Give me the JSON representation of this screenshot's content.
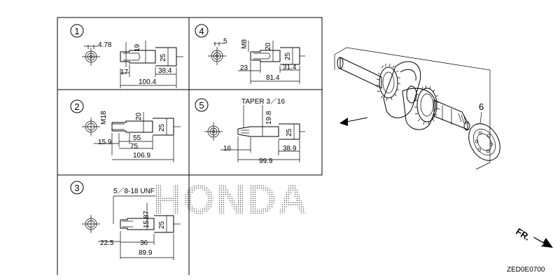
{
  "panels": [
    {
      "id": "1",
      "dims": {
        "bore": "4.78",
        "height": "19",
        "dia": "25",
        "d1": "17",
        "d2": "38.4",
        "d3": "100.4"
      }
    },
    {
      "id": "2",
      "dims": {
        "thread": "M18",
        "height": "20",
        "dia": "25",
        "d1": "15.9",
        "d2": "55",
        "d3": "75",
        "d4": "106.9"
      }
    },
    {
      "id": "3",
      "dims": {
        "thread": "5／8-18 UNF",
        "height": "15.87",
        "dia": "25",
        "d1": "22.5",
        "d2": "36",
        "d3": "89.9"
      }
    },
    {
      "id": "4",
      "dims": {
        "bore": "5",
        "thread": "M8",
        "height": "20",
        "dia": "25",
        "d1": "23",
        "d2": "31.4",
        "d3": "81.4"
      }
    },
    {
      "id": "5",
      "dims": {
        "taper": "TAPER 3／16",
        "height": "19.8",
        "dia": "25",
        "d1": "16",
        "d2": "38.9",
        "d3": "99.9"
      }
    }
  ],
  "assembly": {
    "part_number": "6"
  },
  "watermark": "HONDA",
  "direction_label": "FR.",
  "diagram_code": "ZED0E0700"
}
